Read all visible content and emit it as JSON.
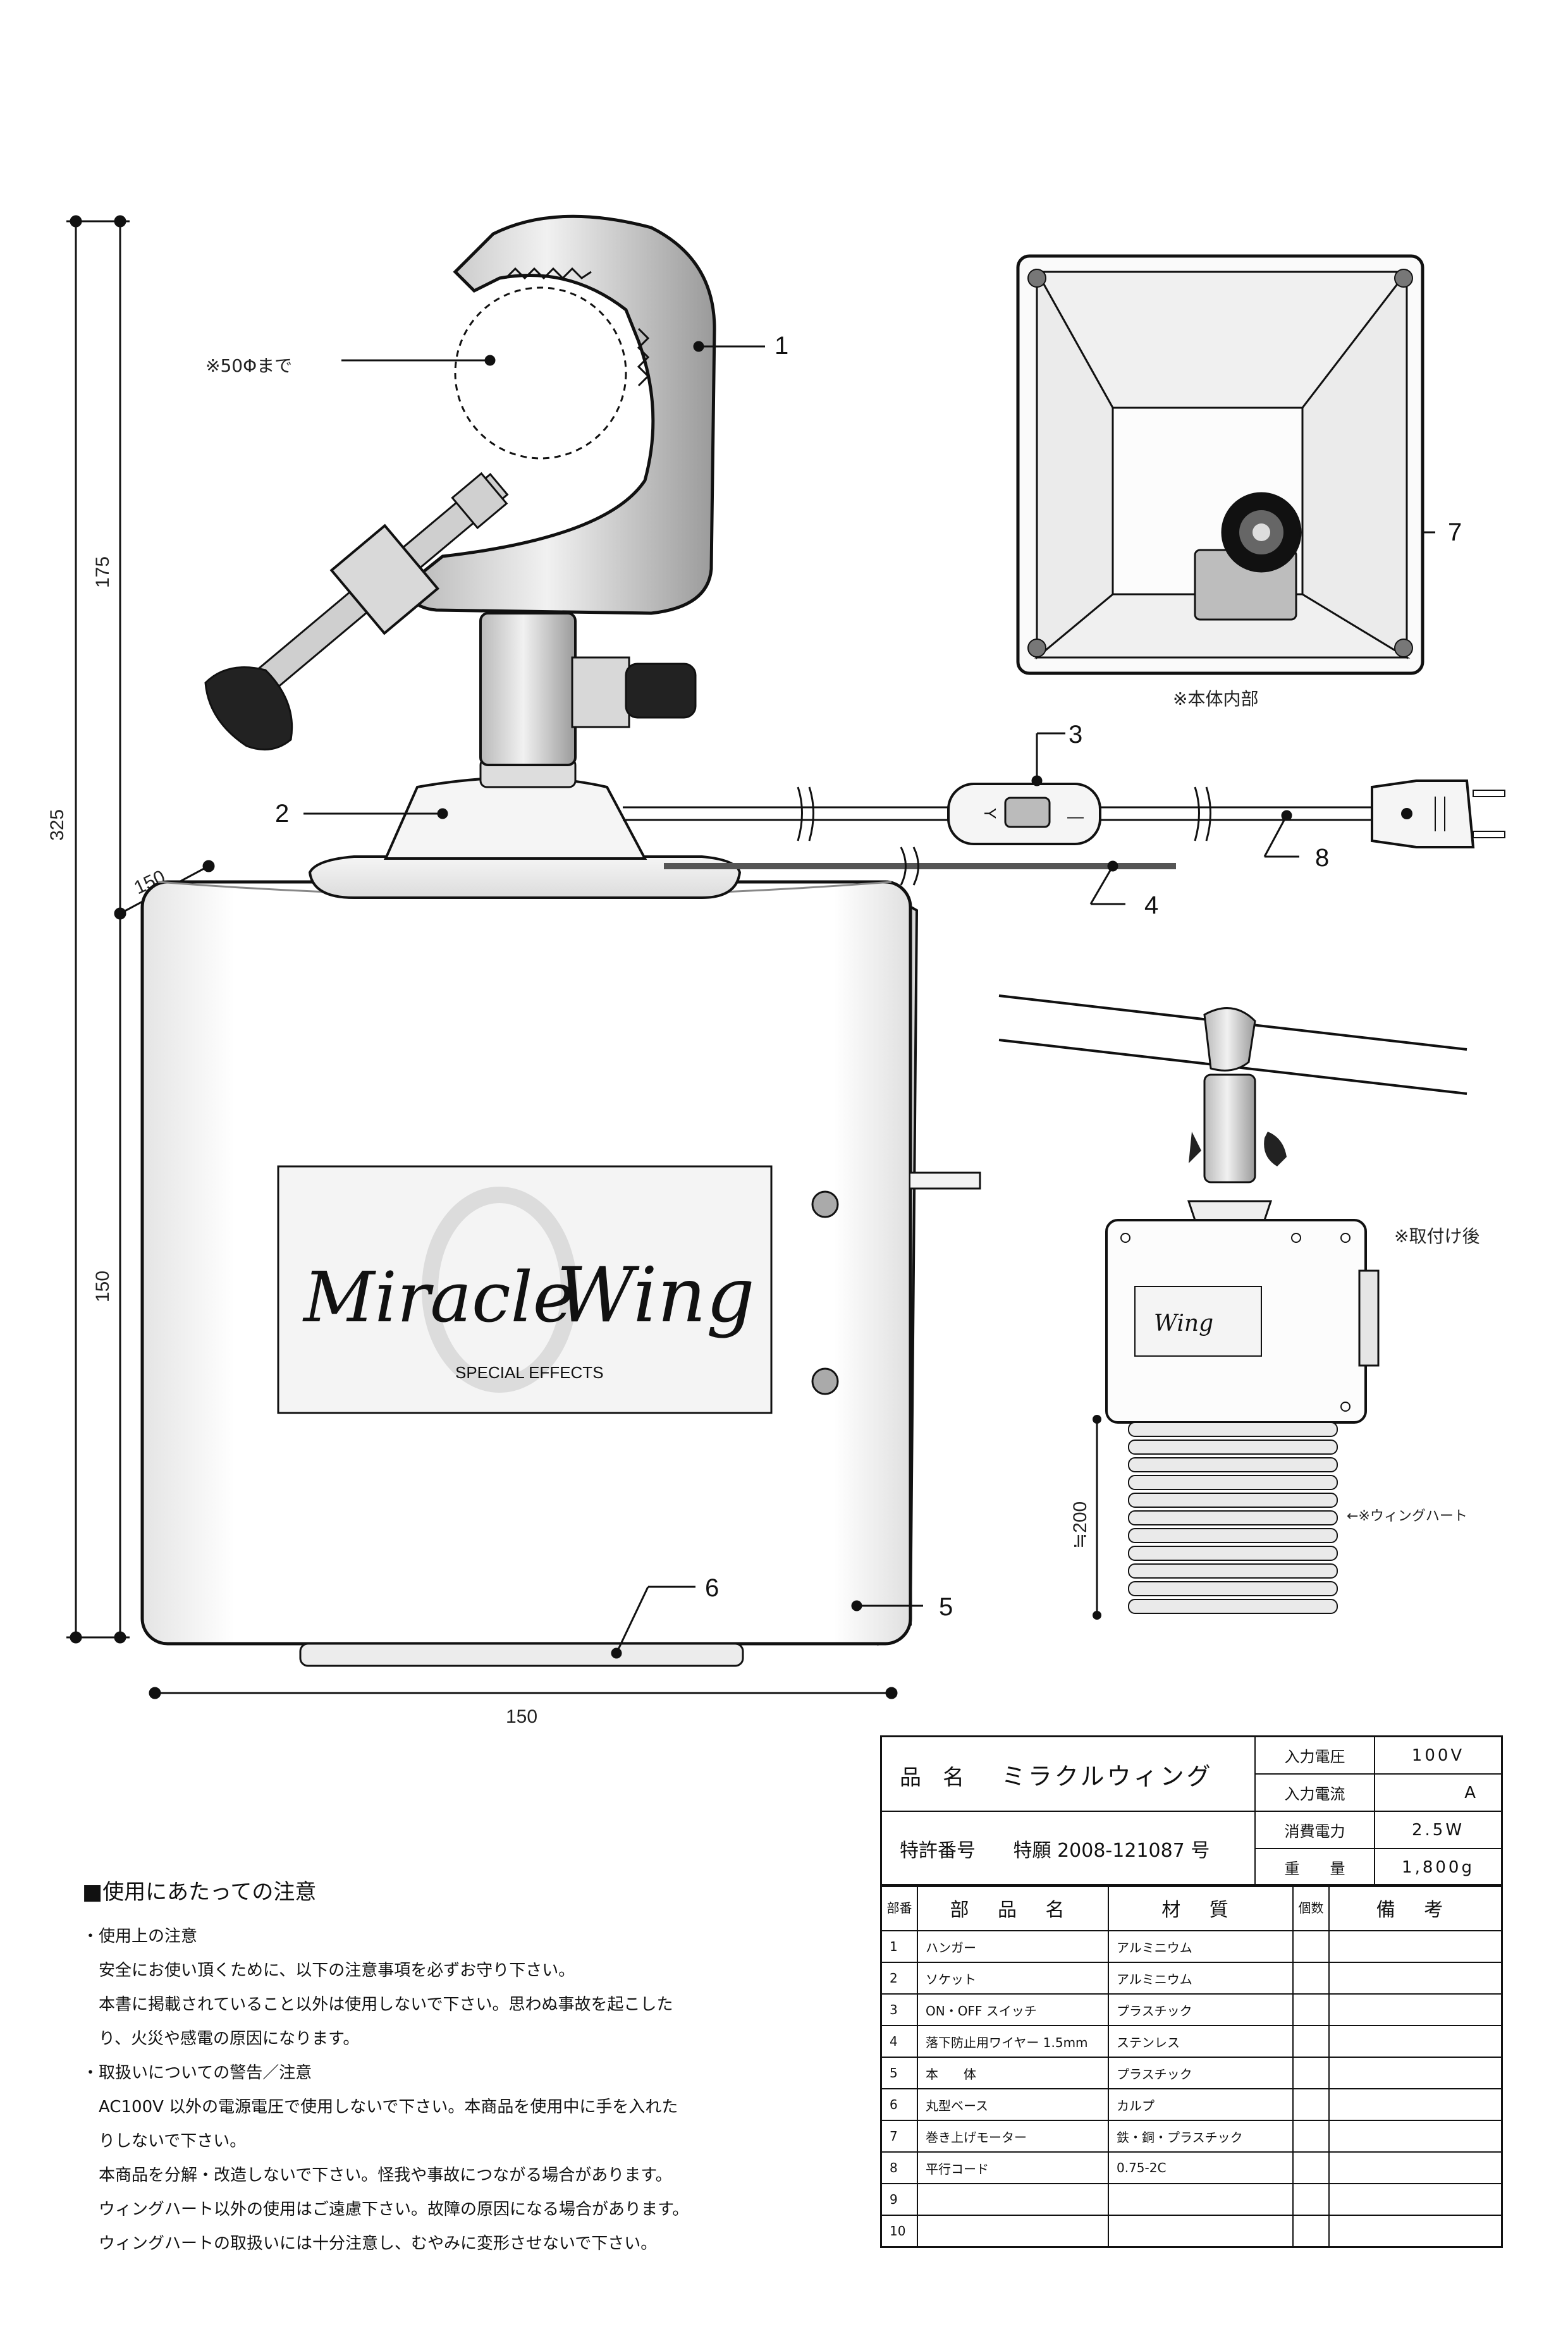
{
  "labels": {
    "clamp_note": "※50Φまで",
    "interior_caption": "※本体内部",
    "installed_caption": "※取付け後",
    "wing_heart_note": "←※ウィングハート",
    "logo_main_left": "Miracle",
    "logo_main_right": "Wing",
    "logo_sub": "SPECIAL EFFECTS",
    "switch_letters": "Y",
    "switch_dash": "—"
  },
  "callouts": [
    "1",
    "2",
    "3",
    "4",
    "5",
    "6",
    "7",
    "8"
  ],
  "dimensions": {
    "total_height": "325",
    "upper_height": "175",
    "lower_height": "150",
    "depth": "150",
    "width": "150",
    "wing_heart_height": "≒200"
  },
  "spec": {
    "product_label": "品　名",
    "product_name": "ミラクルウィング",
    "patent_label": "特許番号",
    "patent_value": "特願 2008-121087 号",
    "rows": [
      {
        "label": "入力電圧",
        "value": "100V"
      },
      {
        "label": "入力電流",
        "value": "A"
      },
      {
        "label": "消費電力",
        "value": "2.5W"
      },
      {
        "label": "重　　量",
        "value": "1,800g"
      }
    ]
  },
  "parts": {
    "headers": {
      "num": "部番",
      "name": "部 品 名",
      "material": "材 質",
      "qty": "個数",
      "remarks": "備 考"
    },
    "rows": [
      {
        "no": "1",
        "name": "ハンガー",
        "material": "アルミニウム"
      },
      {
        "no": "2",
        "name": "ソケット",
        "material": "アルミニウム"
      },
      {
        "no": "3",
        "name": "ON・OFF スイッチ",
        "material": "プラスチック"
      },
      {
        "no": "4",
        "name": "落下防止用ワイヤー 1.5mm",
        "material": "ステンレス"
      },
      {
        "no": "5",
        "name": "本　　体",
        "material": "プラスチック"
      },
      {
        "no": "6",
        "name": "丸型ベース",
        "material": "カルプ"
      },
      {
        "no": "7",
        "name": "巻き上げモーター",
        "material": "鉄・銅・プラスチック"
      },
      {
        "no": "8",
        "name": "平行コード",
        "material": "0.75-2C"
      },
      {
        "no": "9",
        "name": "",
        "material": ""
      },
      {
        "no": "10",
        "name": "",
        "material": ""
      }
    ]
  },
  "notes": {
    "title": "■使用にあたっての注意",
    "lines": [
      "・使用上の注意",
      "　安全にお使い頂くために、以下の注意事項を必ずお守り下さい。",
      "　本書に掲載されていること以外は使用しないで下さい。思わぬ事故を起こした",
      "　り、火災や感電の原因になります。",
      "・取扱いについての警告／注意",
      "　AC100V 以外の電源電圧で使用しないで下さい。本商品を使用中に手を入れた",
      "　りしないで下さい。",
      "　本商品を分解・改造しないで下さい。怪我や事故につながる場合があります。",
      "　ウィングハート以外の使用はご遠慮下さい。故障の原因になる場合があります。",
      "　ウィングハートの取扱いには十分注意し、むやみに変形させないで下さい。"
    ]
  }
}
